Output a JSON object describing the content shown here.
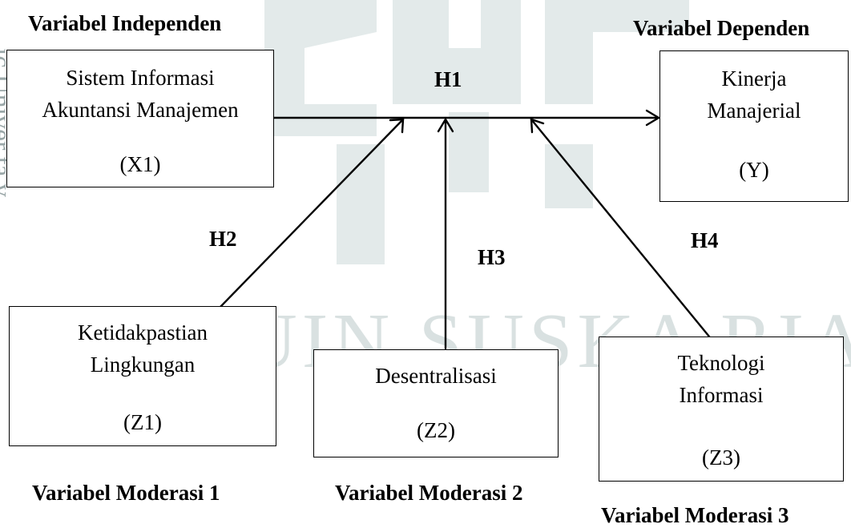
{
  "watermark": {
    "text": "UIN SUSKA RIAU",
    "side_text": "ic Univer  ta  y"
  },
  "headings": {
    "independent": "Variabel Independen",
    "dependent": "Variabel Dependen",
    "moderation_1": "Variabel Moderasi 1",
    "moderation_2": "Variabel Moderasi 2",
    "moderation_3": "Variabel Moderasi 3"
  },
  "boxes": {
    "x1": {
      "line1": "Sistem Informasi",
      "line2": "Akuntansi Manajemen",
      "code": "(X1)"
    },
    "y": {
      "line1": "Kinerja",
      "line2": "Manajerial",
      "code": "(Y)"
    },
    "z1": {
      "line1": "Ketidakpastian",
      "line2": "Lingkungan",
      "code": "(Z1)"
    },
    "z2": {
      "line1": "Desentralisasi",
      "code": "(Z2)"
    },
    "z3": {
      "line1": "Teknologi",
      "line2": "Informasi",
      "code": "(Z3)"
    }
  },
  "hypotheses": {
    "h1": "H1",
    "h2": "H2",
    "h3": "H3",
    "h4": "H4"
  },
  "colors": {
    "line": "#000000",
    "watermark": "#d9e1e1"
  }
}
